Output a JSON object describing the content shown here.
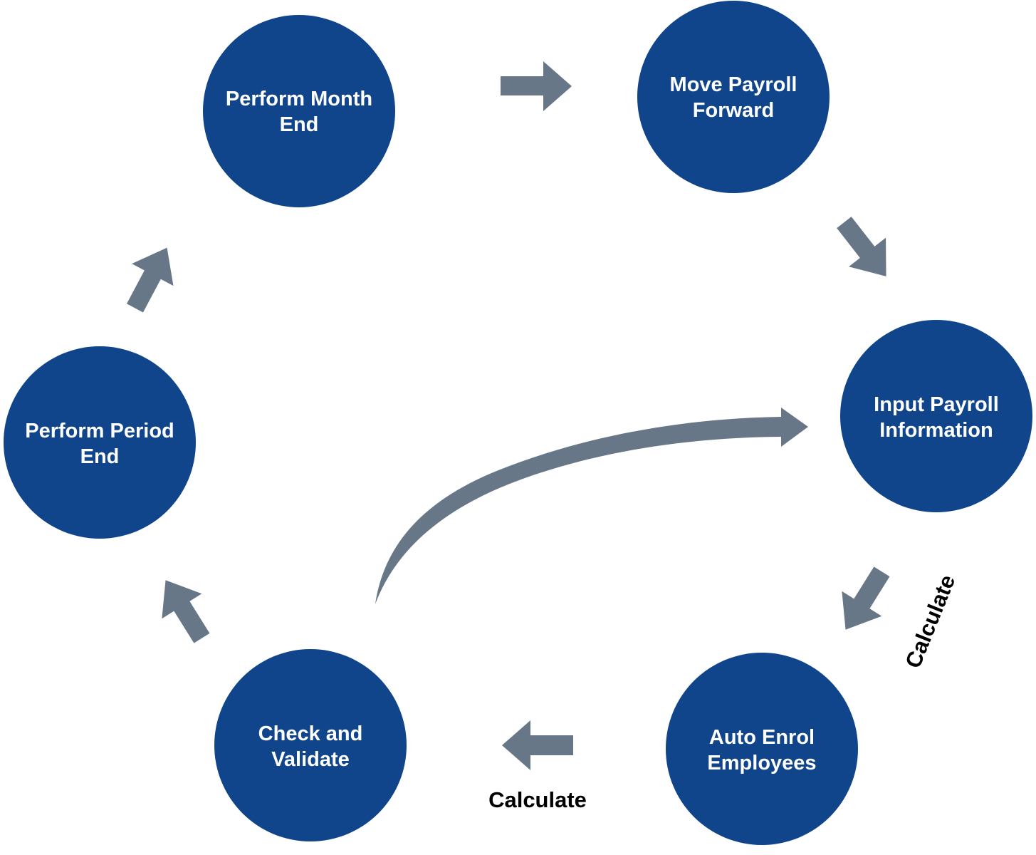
{
  "diagram": {
    "title": "Payroll cycle",
    "colors": {
      "node_fill": "#10458c",
      "node_text": "#ffffff",
      "arrow_fill": "#677788",
      "label_text": "#000000",
      "background": "#ffffff"
    },
    "nodes": [
      {
        "id": "perform-month-end",
        "lines": [
          "Perform Month",
          "End"
        ]
      },
      {
        "id": "move-payroll-forward",
        "lines": [
          "Move Payroll",
          "Forward"
        ]
      },
      {
        "id": "input-payroll-information",
        "lines": [
          "Input Payroll",
          "Information"
        ]
      },
      {
        "id": "auto-enrol-employees",
        "lines": [
          "Auto Enrol",
          "Employees"
        ]
      },
      {
        "id": "check-and-validate",
        "lines": [
          "Check and",
          "Validate"
        ]
      },
      {
        "id": "perform-period-end",
        "lines": [
          "Perform Period",
          "End"
        ]
      }
    ],
    "edges": [
      {
        "from": "perform-month-end",
        "to": "move-payroll-forward",
        "label": ""
      },
      {
        "from": "move-payroll-forward",
        "to": "input-payroll-information",
        "label": ""
      },
      {
        "from": "input-payroll-information",
        "to": "auto-enrol-employees",
        "label": "Calculate"
      },
      {
        "from": "auto-enrol-employees",
        "to": "check-and-validate",
        "label": "Calculate"
      },
      {
        "from": "check-and-validate",
        "to": "perform-period-end",
        "label": ""
      },
      {
        "from": "perform-period-end",
        "to": "perform-month-end",
        "label": ""
      },
      {
        "from": "check-and-validate",
        "to": "input-payroll-information",
        "label": "",
        "style": "curved"
      }
    ]
  }
}
